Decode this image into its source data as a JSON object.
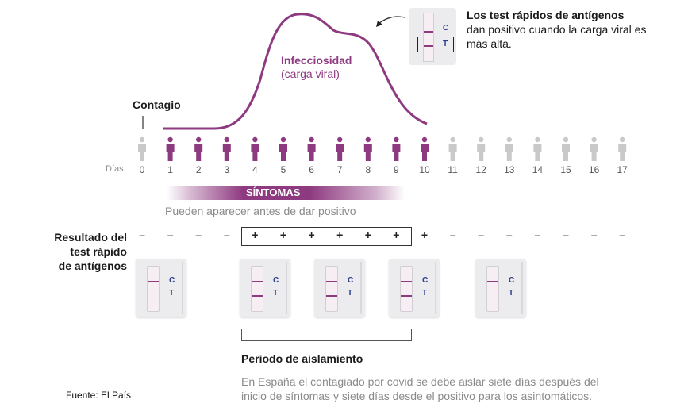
{
  "header": {
    "callout_title": "Los test rápidos de antígenos",
    "callout_body": "dan positivo cuando la carga viral es más alta."
  },
  "curve": {
    "title": "Infecciosidad",
    "subtitle": "(carga viral)"
  },
  "contagio_label": "Contagio",
  "days_label": "Días",
  "days": [
    "0",
    "1",
    "2",
    "3",
    "4",
    "5",
    "6",
    "7",
    "8",
    "9",
    "10",
    "11",
    "12",
    "13",
    "14",
    "15",
    "16",
    "17"
  ],
  "infectious_days": [
    1,
    2,
    3,
    4,
    5,
    6,
    7,
    8,
    9,
    10
  ],
  "colors": {
    "accent": "#8e3a80",
    "inactive": "#c9c9c9",
    "test_line": "#8e3a80"
  },
  "sintomas": {
    "label": "SÍNTOMAS",
    "note": "Pueden aparecer antes de dar positivo"
  },
  "resultado": {
    "label_line1": "Resultado del",
    "label_line2": "test rápido",
    "label_line3": "de antígenos",
    "signs": [
      "–",
      "–",
      "–",
      "–",
      "+",
      "+",
      "+",
      "+",
      "+",
      "+",
      "+",
      "–",
      "–",
      "–",
      "–",
      "–",
      "–",
      "–"
    ]
  },
  "tests": [
    {
      "id": "neg-early",
      "c": "C",
      "t": "T",
      "positive": false
    },
    {
      "id": "pos-1",
      "c": "C",
      "t": "T",
      "positive": true
    },
    {
      "id": "pos-2",
      "c": "C",
      "t": "T",
      "positive": true
    },
    {
      "id": "pos-3",
      "c": "C",
      "t": "T",
      "positive": true
    },
    {
      "id": "neg-late",
      "c": "C",
      "t": "T",
      "positive": false
    }
  ],
  "aislamiento": {
    "title": "Periodo de aislamiento",
    "description": "En España el contagiado por covid se debe aislar siete días después del inicio de síntomas y siete días desde el positivo para los asintomáticos."
  },
  "source": "Fuente: El País"
}
